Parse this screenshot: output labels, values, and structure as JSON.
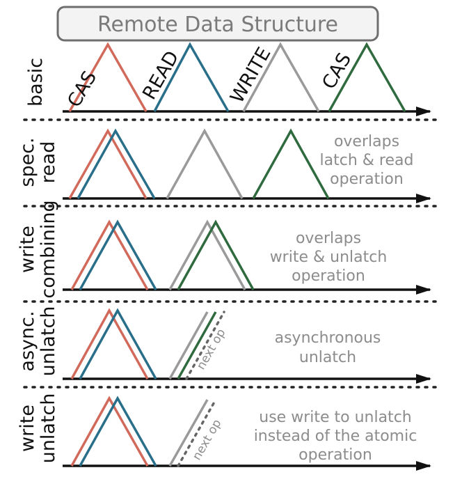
{
  "title": "Remote Data Structure",
  "colors": {
    "cas": "#d26a5c",
    "read": "#2a6f8a",
    "write": "#9a9a9a",
    "unlatch": "#2f6b3f",
    "axis": "#111111",
    "note": "#8c8c8c",
    "title_box_fill": "#f3f3f3",
    "title_box_stroke": "#6e6e6e"
  },
  "rows": [
    {
      "label_line1": "basic",
      "label_line2": "",
      "op_labels": [
        "CAS",
        "READ",
        "WRITE",
        "CAS"
      ],
      "note": []
    },
    {
      "label_line1": "spec.",
      "label_line2": "read",
      "op_labels": [],
      "note": [
        "overlaps",
        "latch & read",
        "operation"
      ]
    },
    {
      "label_line1": "write",
      "label_line2": "combining",
      "op_labels": [],
      "note": [
        "overlaps",
        "write & unlatch",
        "operation"
      ]
    },
    {
      "label_line1": "async.",
      "label_line2": "unlatch",
      "op_labels": [],
      "next_op": "next op",
      "note": [
        "asynchronous",
        "unlatch"
      ]
    },
    {
      "label_line1": "write",
      "label_line2": "unlatch",
      "op_labels": [],
      "next_op": "next op",
      "note": [
        "use write to unlatch",
        "instead of the atomic",
        "operation"
      ]
    }
  ]
}
